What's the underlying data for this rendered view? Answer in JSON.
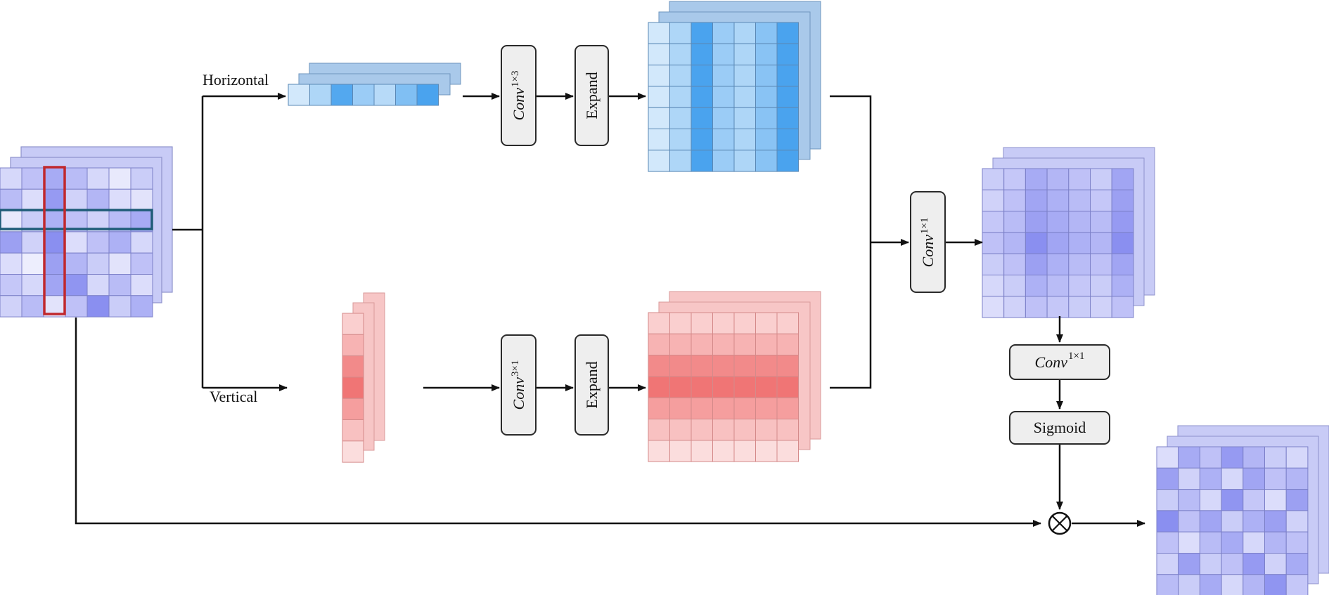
{
  "labels": {
    "horizontal": "Horizontal",
    "vertical": "Vertical"
  },
  "blocks": {
    "conv_h": {
      "base": "Conv",
      "sup": "1×3"
    },
    "expand_h": "Expand",
    "conv_v": {
      "base": "Conv",
      "sup": "3×1"
    },
    "expand_v": "Expand",
    "conv_fuse": {
      "base": "Conv",
      "sup": "1×1"
    },
    "conv_gate": {
      "base": "Conv",
      "sup": "1×1"
    },
    "sigmoid": "Sigmoid"
  },
  "operator": "⊗",
  "colors": {
    "purple_grid": "#8a8ff0",
    "purple_back": "#c8cbf6",
    "blue_grid": "#4aa3ee",
    "blue_back": "#a9c9ea",
    "red_grid": "#f07575",
    "red_back": "#f7c6c6",
    "row_highlight": "#1f5c78",
    "col_highlight": "#c0282d"
  }
}
